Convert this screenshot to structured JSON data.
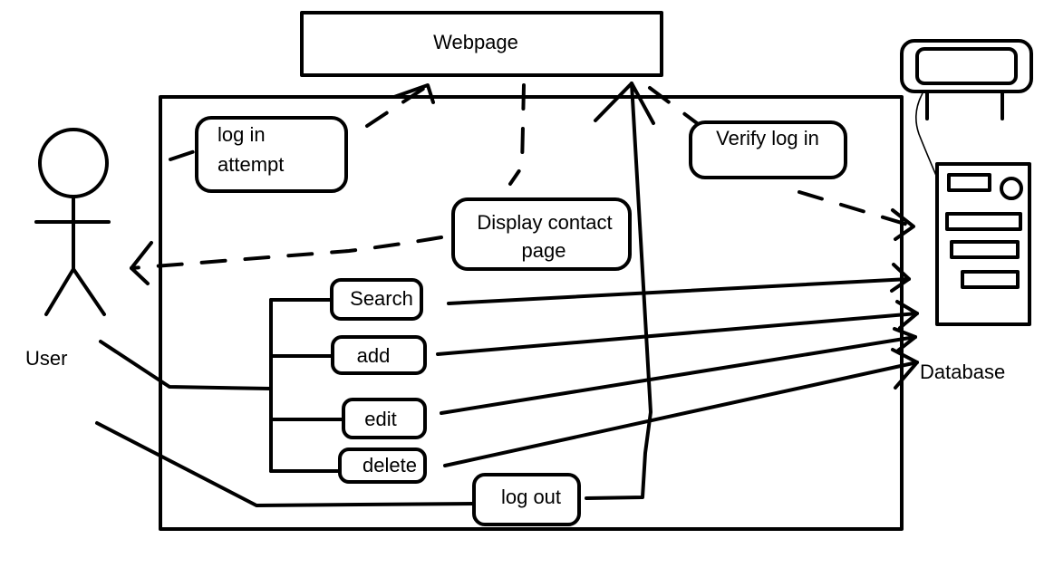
{
  "diagram": {
    "webpage": "Webpage",
    "user": "User",
    "database": "Database",
    "usecases": {
      "login_line1": "log in",
      "login_line2": "attempt",
      "verify": "Verify log in",
      "display_line1": "Display contact",
      "display_line2": "page",
      "search": "Search",
      "add": "add",
      "edit": "edit",
      "delete": "delete",
      "logout": "log out"
    }
  }
}
